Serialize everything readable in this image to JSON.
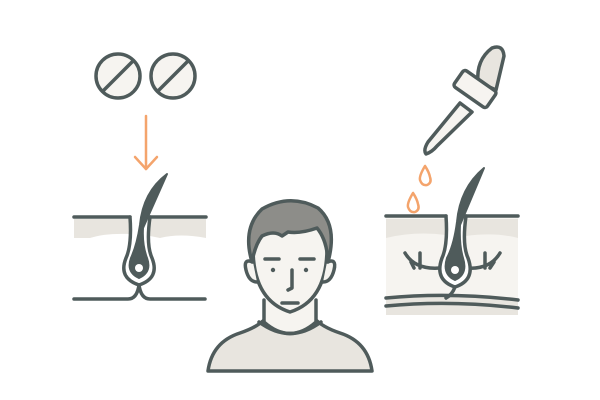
{
  "illustration": {
    "panels": [
      {
        "name": "oral-treatment",
        "icons": [
          "pill-icon",
          "pill-icon",
          "arrow-down-icon",
          "hair-follicle-icon"
        ]
      },
      {
        "name": "person",
        "icons": [
          "person-icon"
        ]
      },
      {
        "name": "topical-treatment",
        "icons": [
          "dropper-icon",
          "drop-icon",
          "drop-icon",
          "hair-follicle-icon"
        ]
      }
    ]
  },
  "colors": {
    "stroke": "#4f5b5b",
    "fill": "#f6f4f0",
    "skin_band": "#e8e5df",
    "hair": "#8d8d89",
    "accent": "#f4a46c",
    "background": "#ffffff"
  }
}
